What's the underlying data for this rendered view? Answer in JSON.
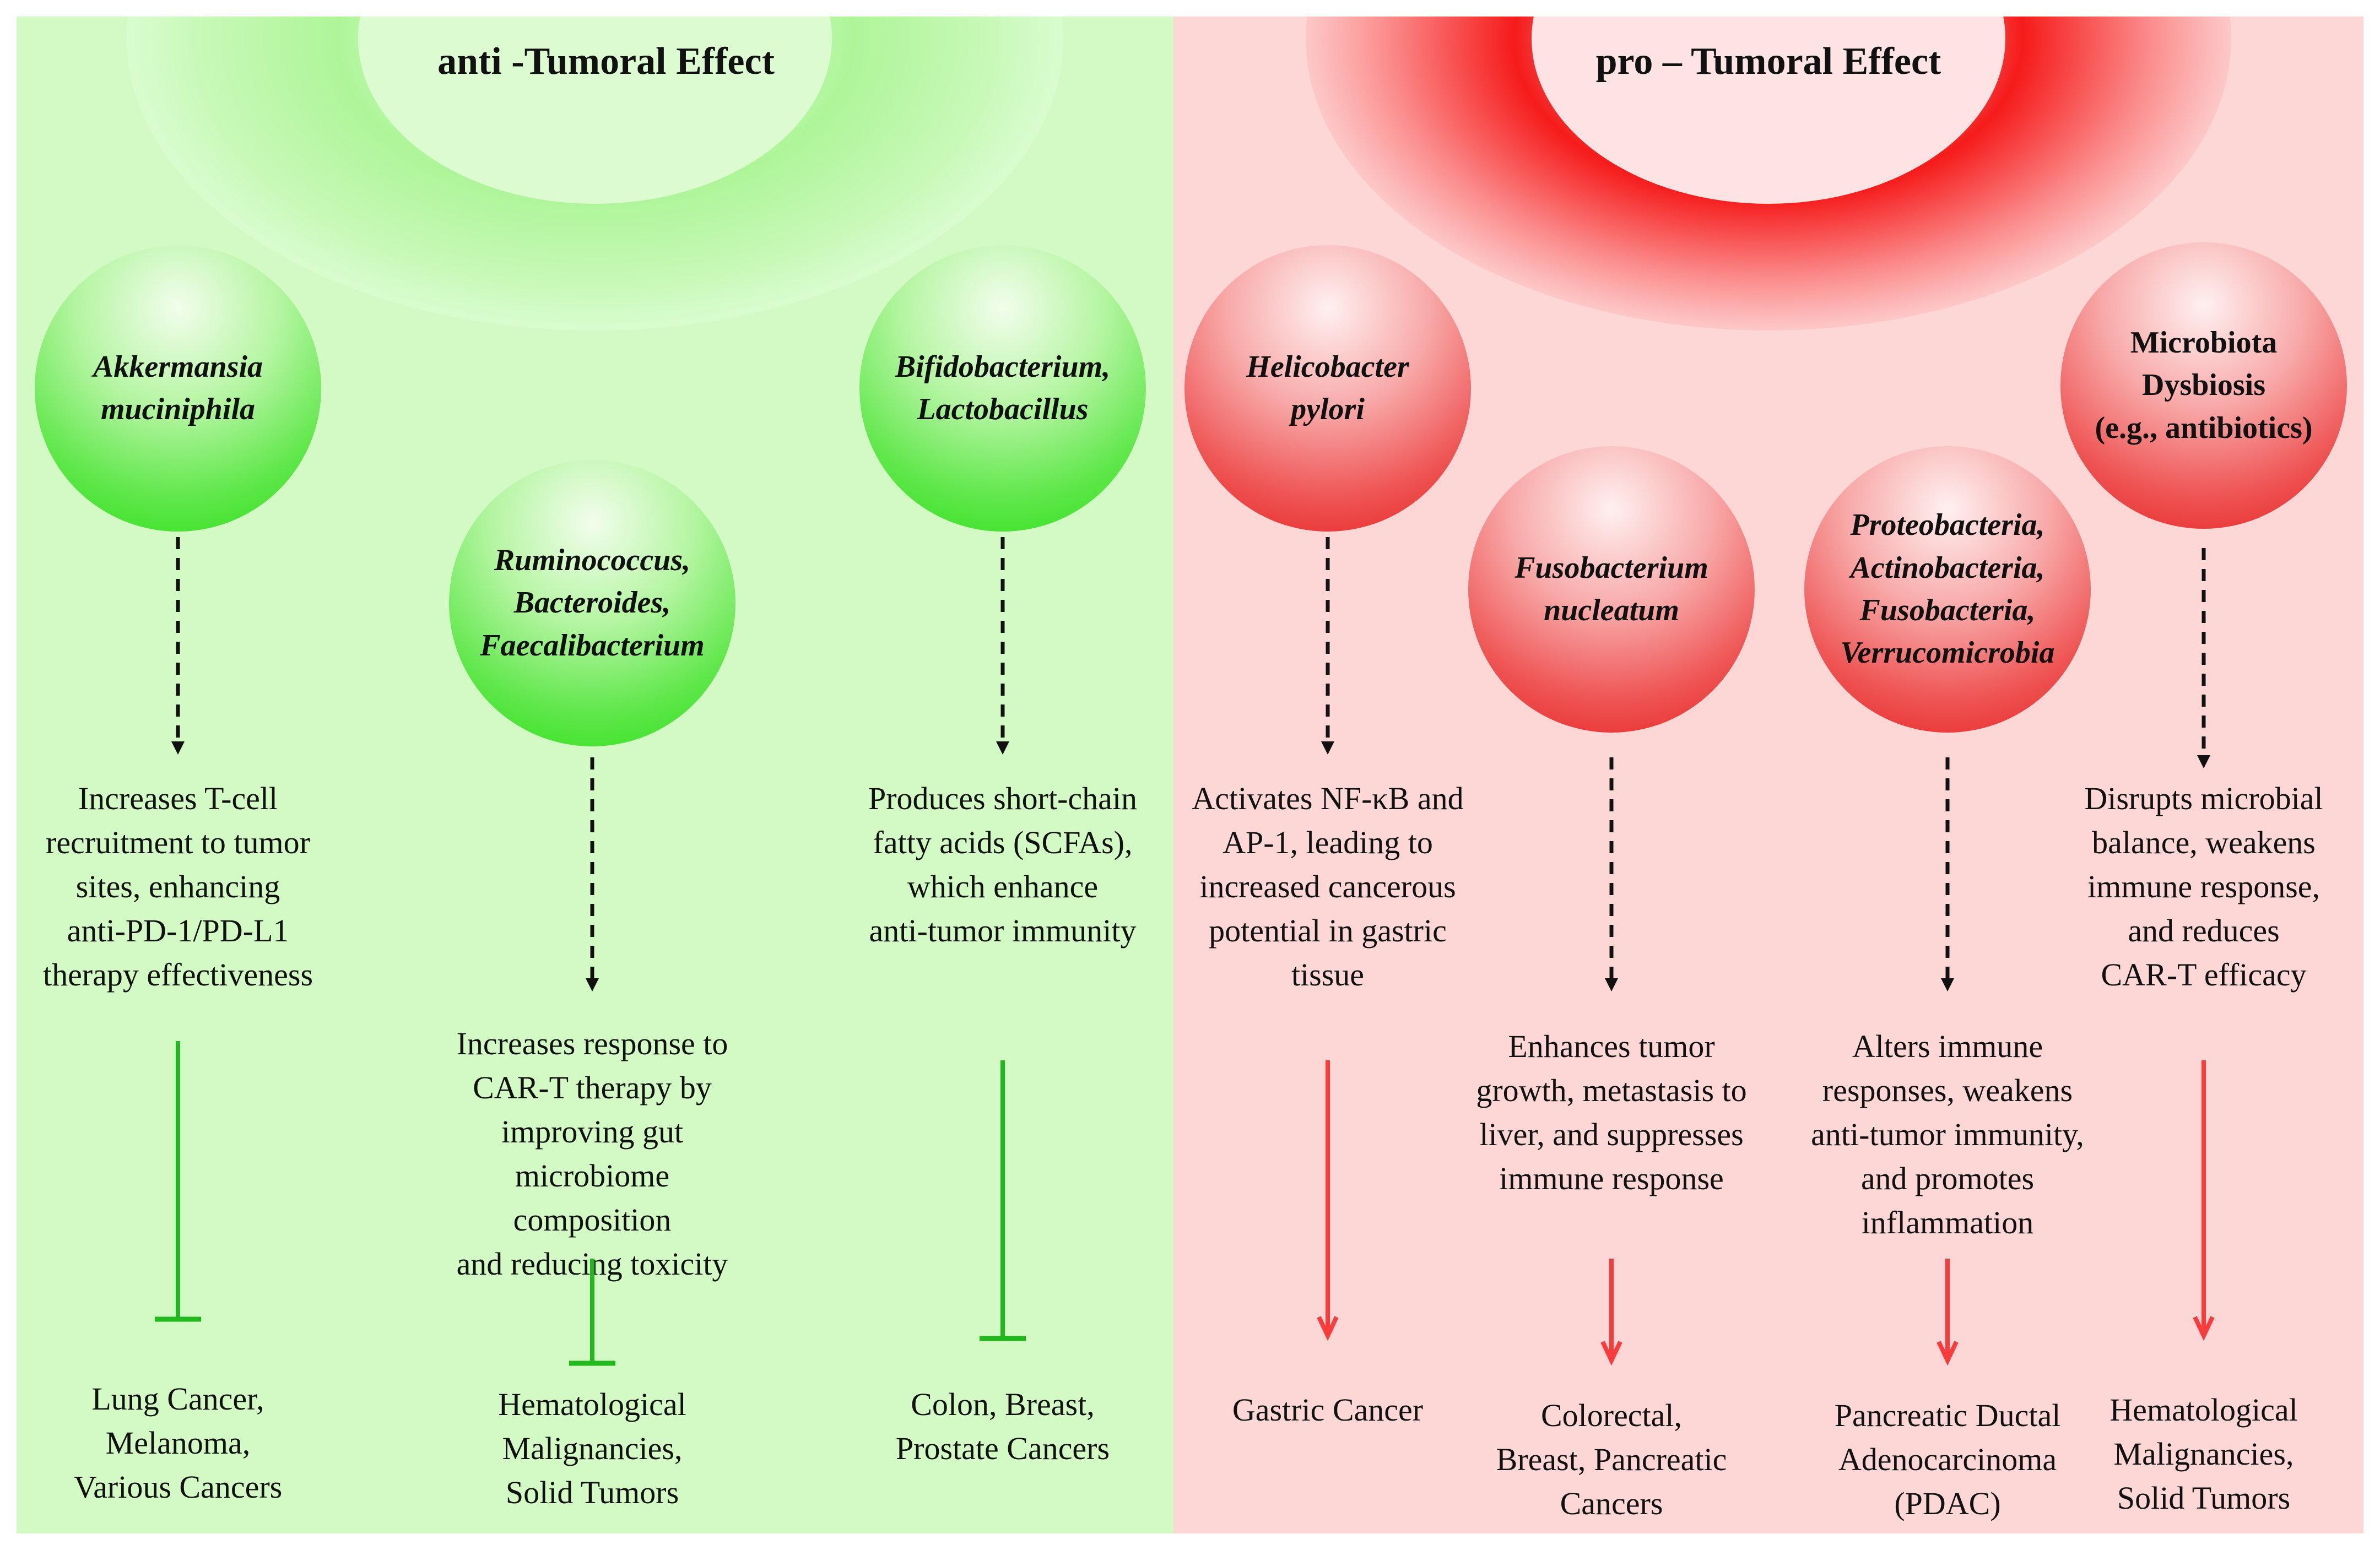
{
  "colors": {
    "left_bg": "#d3fac4",
    "right_bg": "#fdd6d6",
    "green": "#20b81a",
    "red": "#ff3a3a",
    "dashed": "#111111"
  },
  "left": {
    "title": "anti -Tumoral Effect",
    "columns": [
      {
        "bacteria_lines": [
          "Akkermansia",
          "muciniphila"
        ],
        "mechanism_lines": [
          "Increases T-cell",
          "recruitment to tumor",
          "sites, enhancing",
          "anti-PD-1/PD-L1",
          "therapy effectiveness"
        ],
        "outcome_lines": [
          "Lung Cancer,",
          "Melanoma,",
          "Various Cancers"
        ],
        "effect_shape": "inhibition-bar"
      },
      {
        "bacteria_lines": [
          "Ruminococcus,",
          "Bacteroides,",
          "Faecalibacterium"
        ],
        "mechanism_lines": [
          "Increases response to",
          "CAR-T therapy by",
          "improving gut",
          "microbiome composition",
          "and reducing toxicity"
        ],
        "outcome_lines": [
          "Hematological",
          "Malignancies,",
          "Solid Tumors"
        ],
        "effect_shape": "inhibition-bar"
      },
      {
        "bacteria_lines": [
          "Bifidobacterium,",
          "Lactobacillus"
        ],
        "mechanism_lines": [
          "Produces short-chain",
          "fatty acids (SCFAs),",
          "which enhance",
          "anti-tumor immunity"
        ],
        "outcome_lines": [
          "Colon, Breast,",
          "Prostate Cancers"
        ],
        "effect_shape": "inhibition-bar"
      }
    ]
  },
  "right": {
    "title": "pro – Tumoral Effect",
    "columns": [
      {
        "bacteria_lines": [
          "Helicobacter",
          "pylori"
        ],
        "mechanism_lines": [
          "Activates NF-κB and",
          "AP-1, leading to",
          "increased cancerous",
          "potential in gastric",
          "tissue"
        ],
        "outcome_lines": [
          "Gastric Cancer"
        ],
        "effect_shape": "arrow"
      },
      {
        "bacteria_lines": [
          "Fusobacterium",
          "nucleatum"
        ],
        "mechanism_lines": [
          "Enhances tumor",
          "growth, metastasis to",
          "liver, and suppresses",
          "immune response"
        ],
        "outcome_lines": [
          "Colorectal,",
          "Breast, Pancreatic",
          "Cancers"
        ],
        "effect_shape": "arrow"
      },
      {
        "bacteria_lines": [
          "Proteobacteria,",
          "Actinobacteria,",
          "Fusobacteria,",
          "Verrucomicrobia"
        ],
        "mechanism_lines": [
          "Alters immune",
          "responses, weakens",
          "anti-tumor immunity,",
          "and promotes",
          "inflammation"
        ],
        "outcome_lines": [
          "Pancreatic Ductal",
          "Adenocarcinoma",
          "(PDAC)"
        ],
        "effect_shape": "arrow"
      },
      {
        "bacteria_lines": [
          "Microbiota",
          "Dysbiosis",
          "(e.g., antibiotics)"
        ],
        "mechanism_lines": [
          "Disrupts microbial",
          "balance, weakens",
          "immune response,",
          "and reduces",
          "CAR-T efficacy"
        ],
        "outcome_lines": [
          "Hematological",
          "Malignancies,",
          "Solid Tumors"
        ],
        "effect_shape": "arrow"
      }
    ]
  }
}
